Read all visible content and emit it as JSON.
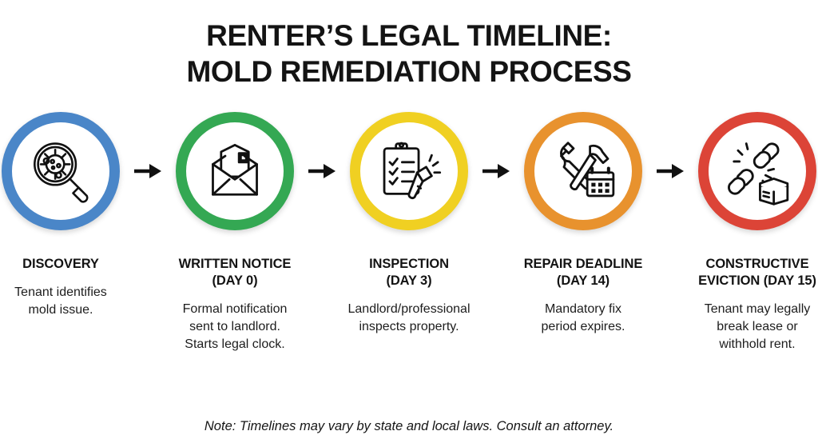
{
  "title": {
    "line1": "RENTER’S LEGAL TIMELINE:",
    "line2": "MOLD REMEDIATION PROCESS"
  },
  "steps": [
    {
      "id": "discovery",
      "title": "DISCOVERY",
      "title_line2": "",
      "description": "Tenant identifies\nmold issue.",
      "color": "#4A86C8",
      "icon": "magnifier-mold-icon",
      "day": ""
    },
    {
      "id": "written-notice",
      "title": "WRITTEN NOTICE",
      "title_line2": "(DAY 0)",
      "description": "Formal notification\nsent to landlord.\nStarts legal clock.",
      "color": "#34A853",
      "icon": "envelope-letter-icon",
      "day": "DAY 0"
    },
    {
      "id": "inspection",
      "title": "INSPECTION",
      "title_line2": "(DAY 3)",
      "description": "Landlord/professional\ninspects property.",
      "color": "#F0D022",
      "icon": "clipboard-flashlight-icon",
      "day": "DAY 3"
    },
    {
      "id": "repair-deadline",
      "title": "REPAIR DEADLINE",
      "title_line2": "(DAY 14)",
      "description": "Mandatory fix\nperiod expires.",
      "color": "#E8922E",
      "icon": "tools-calendar-icon",
      "day": "DAY 14"
    },
    {
      "id": "constructive-eviction",
      "title": "CONSTRUCTIVE",
      "title_line2": "EVICTION (DAY 15)",
      "description": "Tenant may legally\nbreak lease or\nwithhold rent.",
      "color": "#DC4437",
      "icon": "broken-chain-box-icon",
      "day": "DAY 15"
    }
  ],
  "arrow_icon": "arrow-right-icon",
  "footnote": "Note: Timelines may vary by state and local laws. Consult an attorney.",
  "background_color": "#FFFFFF",
  "text_color": "#141414"
}
